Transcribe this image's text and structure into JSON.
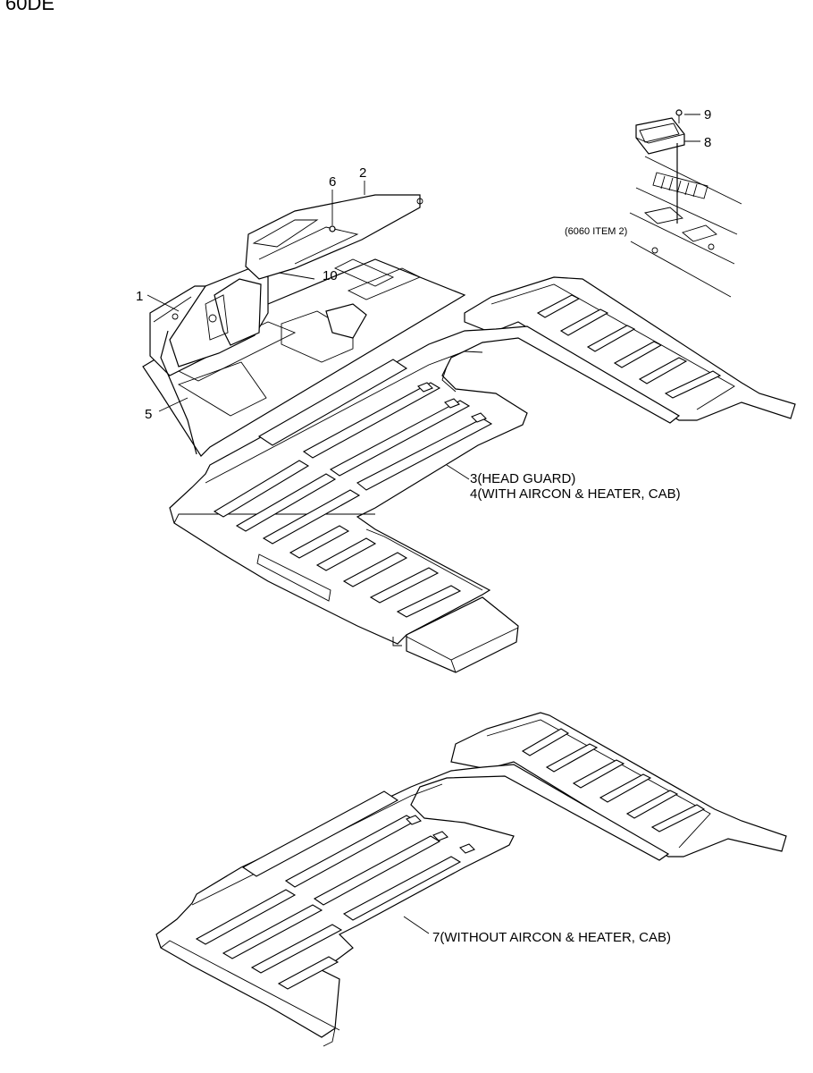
{
  "header": {
    "model_label": "60DE"
  },
  "callouts": {
    "c1": "1",
    "c2": "2",
    "c5": "5",
    "c6": "6",
    "c8": "8",
    "c9": "9",
    "c10": "10"
  },
  "notes": {
    "ref_6060": "(6060 ITEM 2)",
    "mat_head_guard": "3(HEAD GUARD)",
    "mat_aircon_heater": "4(WITH AIRCON & HEATER, CAB)",
    "mat_without_aircon": "7(WITHOUT AIRCON & HEATER, CAB)"
  }
}
